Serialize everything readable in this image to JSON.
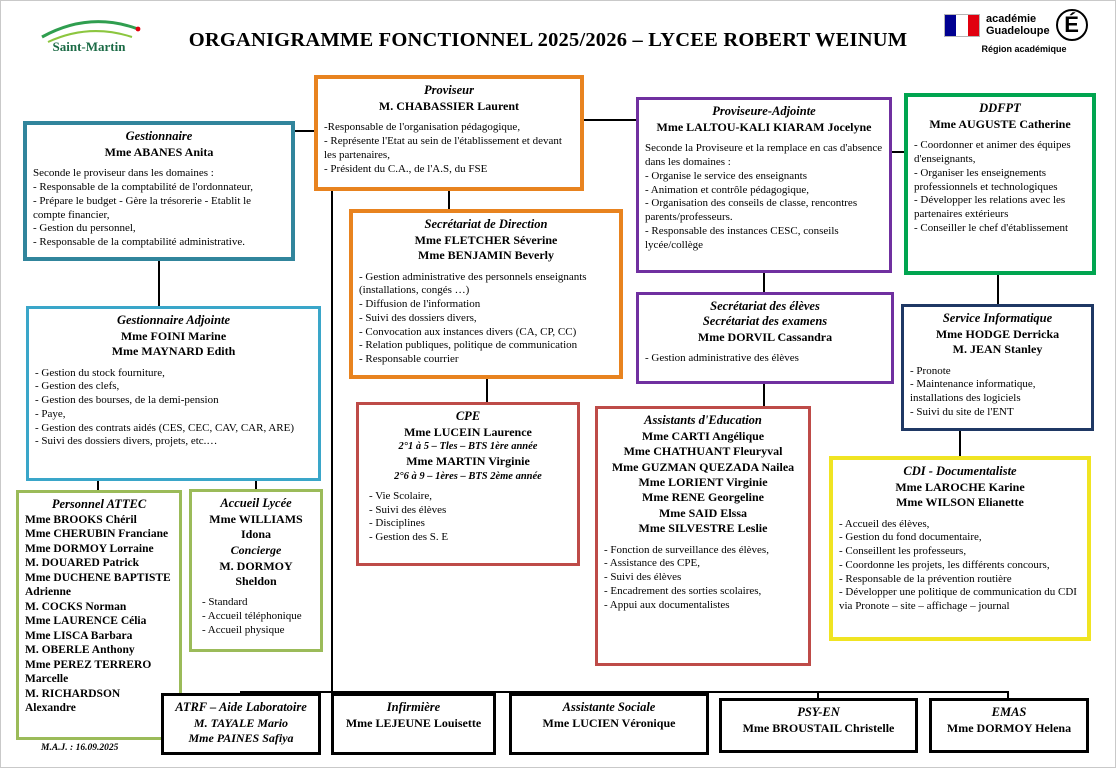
{
  "header": {
    "title": "ORGANIGRAMME FONCTIONNEL 2025/2026 – LYCEE ROBERT WEINUM",
    "saint_martin": "Saint-Martin",
    "academy": {
      "line1": "académie",
      "line2": "Guadeloupe",
      "letter": "É",
      "region": "Région académique"
    }
  },
  "footer": {
    "maj": "M.A.J. : 16.09.2025"
  },
  "palette": {
    "flag_blue": "#000091",
    "flag_white": "#ffffff",
    "flag_red": "#E1000F"
  },
  "boxes": {
    "proviseur": {
      "border_color": "#E8831F",
      "title": "Proviseur",
      "names": [
        "M. CHABASSIER Laurent"
      ],
      "body": [
        "-Responsable de l'organisation pédagogique,",
        "- Représente l'Etat au sein de l'établissement et devant les partenaires,",
        "- Président du C.A., de l'A.S, du FSE"
      ]
    },
    "proviseure_adjointe": {
      "border_color": "#7030A0",
      "title": "Proviseure-Adjointe",
      "names": [
        "Mme LALTOU-KALI KIARAM Jocelyne"
      ],
      "body": [
        "Seconde la Proviseure et la remplace en cas d'absence dans les domaines :",
        "- Organise le service des enseignants",
        "- Animation et contrôle pédagogique,",
        "- Organisation des conseils de classe, rencontres parents/professeurs.",
        "- Responsable des instances CESC, conseils lycée/collège"
      ]
    },
    "ddfpt": {
      "border_color": "#00A550",
      "title": "DDFPT",
      "names": [
        "Mme AUGUSTE Catherine"
      ],
      "body": [
        "- Coordonner et animer des équipes d'enseignants,",
        "- Organiser les enseignements professionnels et technologiques",
        "- Développer les relations avec les partenaires extérieurs",
        "- Conseiller le chef d'établissement"
      ]
    },
    "gestionnaire": {
      "border_color": "#31859C",
      "title": "Gestionnaire",
      "names": [
        "Mme ABANES Anita"
      ],
      "body": [
        "Seconde le proviseur dans les domaines :",
        "- Responsable de la comptabilité de l'ordonnateur,",
        "- Prépare le budget - Gère la trésorerie - Etablit le compte financier,",
        "- Gestion du personnel,",
        "- Responsable de la comptabilité administrative."
      ]
    },
    "secretariat_direction": {
      "border_color": "#E8831F",
      "title": "Secrétariat de Direction",
      "names": [
        "Mme FLETCHER Séverine",
        "Mme BENJAMIN Beverly"
      ],
      "body": [
        "- Gestion administrative des personnels enseignants (installations, congés …)",
        "- Diffusion de l'information",
        "- Suivi des dossiers divers,",
        "- Convocation aux instances divers (CA, CP, CC)",
        "- Relation publiques, politique de communication",
        "- Responsable courrier"
      ]
    },
    "secretariat_eleves": {
      "border_color": "#7030A0",
      "title": [
        "Secrétariat des élèves",
        "Secrétariat des examens"
      ],
      "names": [
        "Mme DORVIL Cassandra"
      ],
      "body": [
        "- Gestion administrative des élèves"
      ]
    },
    "service_informatique": {
      "border_color": "#1F3864",
      "title": "Service Informatique",
      "names": [
        "Mme HODGE Derricka",
        "M. JEAN Stanley"
      ],
      "body": [
        "- Pronote",
        "- Maintenance informatique, installations des logiciels",
        "- Suivi du site de l'ENT"
      ]
    },
    "gestionnaire_adjointe": {
      "border_color": "#3AA6C9",
      "title": "Gestionnaire Adjointe",
      "names": [
        "Mme FOINI Marine",
        "Mme MAYNARD Edith"
      ],
      "body": [
        "- Gestion du stock fourniture,",
        "- Gestion des clefs,",
        "- Gestion des bourses, de la demi-pension",
        "- Paye,",
        "- Gestion des contrats aidés (CES, CEC, CAV, CAR, ARE)",
        "- Suivi des dossiers divers, projets, etc.…"
      ]
    },
    "cpe": {
      "border_color": "#BE4B48",
      "title": "CPE",
      "name1": "Mme LUCEIN Laurence",
      "classes1": "2°1 à 5 – Tles – BTS 1ère année",
      "name2": "Mme MARTIN Virginie",
      "classes2": "2°6 à 9 – 1ères – BTS 2ème année",
      "body": [
        "- Vie Scolaire,",
        "- Suivi des élèves",
        "- Disciplines",
        "- Gestion des S. E"
      ]
    },
    "assistants_education": {
      "border_color": "#BE4B48",
      "title": "Assistants d'Education",
      "names": [
        "Mme CARTI Angélique",
        "Mme CHATHUANT Fleuryval",
        "Mme GUZMAN QUEZADA Nailea",
        "Mme LORIENT Virginie",
        "Mme RENE Georgeline",
        "Mme SAID Elssa",
        "Mme SILVESTRE Leslie"
      ],
      "body": [
        "- Fonction de surveillance des élèves,",
        "- Assistance des CPE,",
        "- Suivi des élèves",
        "- Encadrement des sorties scolaires,",
        "- Appui aux documentalistes"
      ]
    },
    "cdi": {
      "border_color": "#F0E422",
      "title": "CDI - Documentaliste",
      "names": [
        "Mme LAROCHE Karine",
        "Mme WILSON Elianette"
      ],
      "body": [
        "- Accueil des élèves,",
        "- Gestion du fond documentaire,",
        "- Conseillent les professeurs,",
        "- Coordonne les projets, les différents concours,",
        "- Responsable de la prévention routière",
        "- Développer une politique de communication du CDI via Pronote – site – affichage – journal"
      ]
    },
    "personnel_attec": {
      "border_color": "#9BBB59",
      "title": "Personnel ATTEC",
      "names": [
        "Mme BROOKS Chéril",
        "Mme CHERUBIN Franciane",
        "Mme DORMOY Lorraine",
        "M. DOUARED Patrick",
        "Mme DUCHENE BAPTISTE Adrienne",
        "M. COCKS Norman",
        "Mme LAURENCE Célia",
        "Mme LISCA Barbara",
        "M. OBERLE Anthony",
        "Mme PEREZ TERRERO Marcelle",
        "M. RICHARDSON Alexandre"
      ]
    },
    "accueil_lycee": {
      "border_color": "#9BBB59",
      "title": "Accueil Lycée",
      "name1": "Mme WILLIAMS Idona",
      "role": "Concierge",
      "name2": "M. DORMOY Sheldon",
      "body": [
        "- Standard",
        "- Accueil téléphonique",
        "- Accueil physique"
      ]
    },
    "atrf": {
      "border_color": "#000000",
      "title": "ATRF – Aide Laboratoire",
      "names": [
        "M. TAYALE Mario",
        "Mme PAINES Safiya"
      ]
    },
    "infirmiere": {
      "border_color": "#000000",
      "title": "Infirmière",
      "names": [
        "Mme LEJEUNE Louisette"
      ]
    },
    "assistante_sociale": {
      "border_color": "#000000",
      "title": "Assistante Sociale",
      "names": [
        "Mme LUCIEN Véronique"
      ]
    },
    "psy_en": {
      "border_color": "#000000",
      "title": "PSY-EN",
      "names": [
        "Mme BROUSTAIL Christelle"
      ]
    },
    "emas": {
      "border_color": "#000000",
      "title": "EMAS",
      "names": [
        "Mme DORMOY Helena"
      ]
    }
  }
}
